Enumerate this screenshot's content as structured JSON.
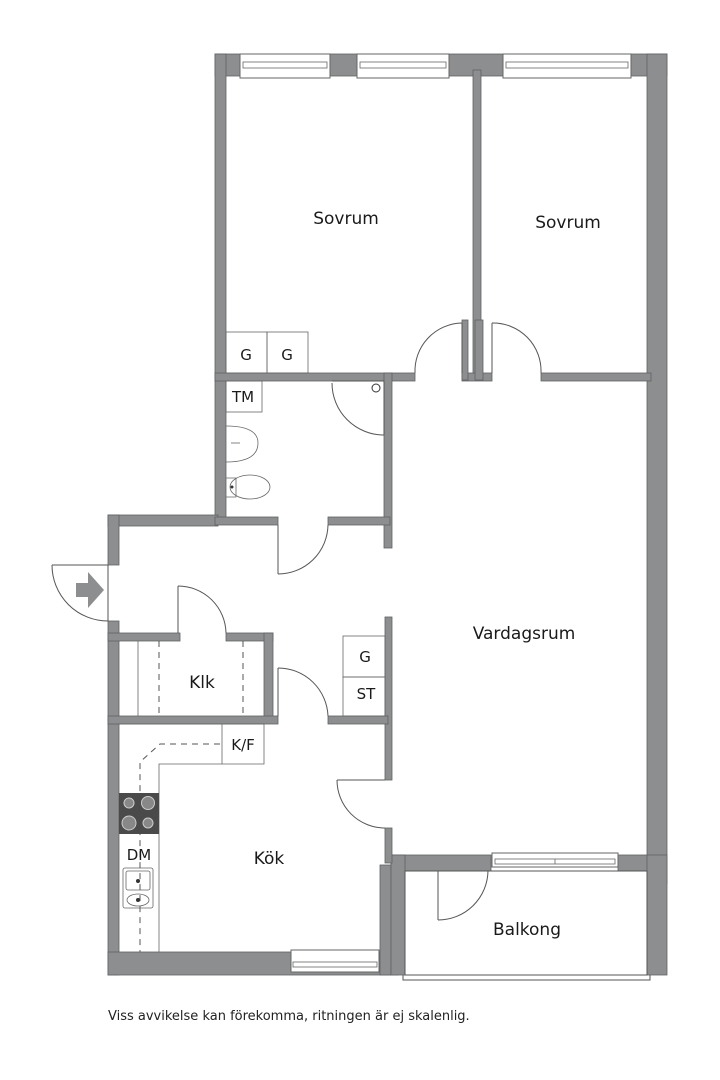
{
  "floorplan": {
    "rooms": {
      "sovrum_1": "Sovrum",
      "sovrum_2": "Sovrum",
      "vardagsrum": "Vardagsrum",
      "kok": "Kök",
      "balkong": "Balkong",
      "klk": "Klk"
    },
    "fixtures": {
      "g1": "G",
      "g2": "G",
      "tm": "TM",
      "g3": "G",
      "st": "ST",
      "kf": "K/F",
      "dm": "DM"
    },
    "colors": {
      "wall": "#8c8e8f",
      "stove": "#4a4a4a",
      "entrance_arrow": "#8c8e8f"
    },
    "entrance_icon": "entrance-arrow-icon"
  },
  "footer": {
    "disclaimer": "Viss avvikelse kan förekomma, ritningen är ej skalenlig."
  }
}
